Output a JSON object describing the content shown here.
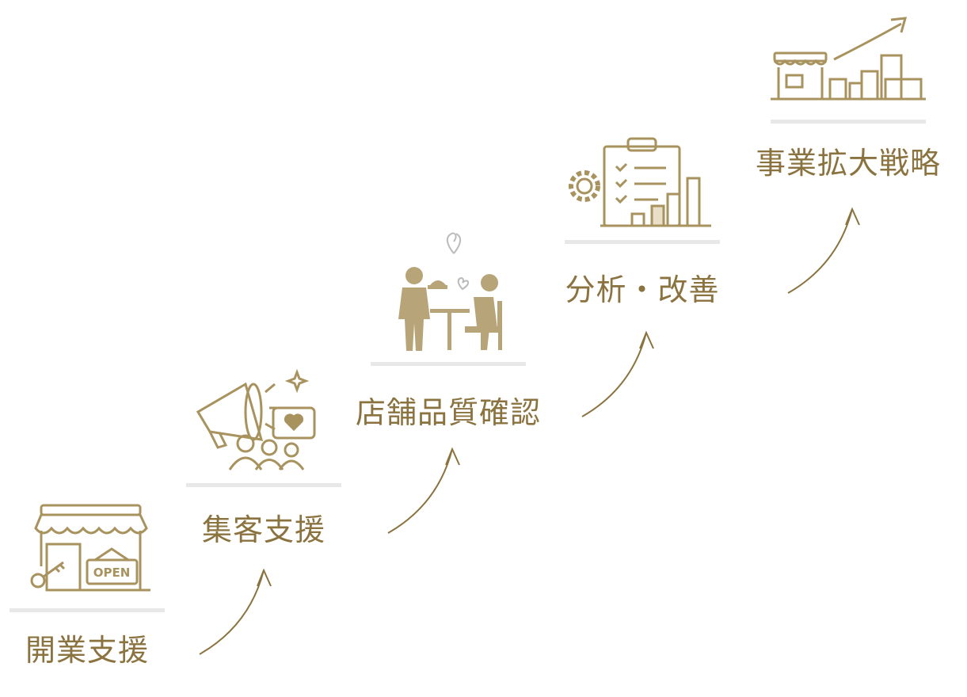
{
  "steps": [
    {
      "label": "開業支援",
      "icon": "storefront-open-sign-icon",
      "sign_text": "OPEN"
    },
    {
      "label": "集客支援",
      "icon": "megaphone-customers-icon"
    },
    {
      "label": "店舗品質確認",
      "icon": "waiter-serving-customer-icon"
    },
    {
      "label": "分析・改善",
      "icon": "clipboard-analysis-icon"
    },
    {
      "label": "事業拡大戦略",
      "icon": "business-growth-icon"
    }
  ],
  "colors": {
    "accent": "#8b7340",
    "icon": "#a8925e",
    "divider": "#e8e8e8"
  }
}
